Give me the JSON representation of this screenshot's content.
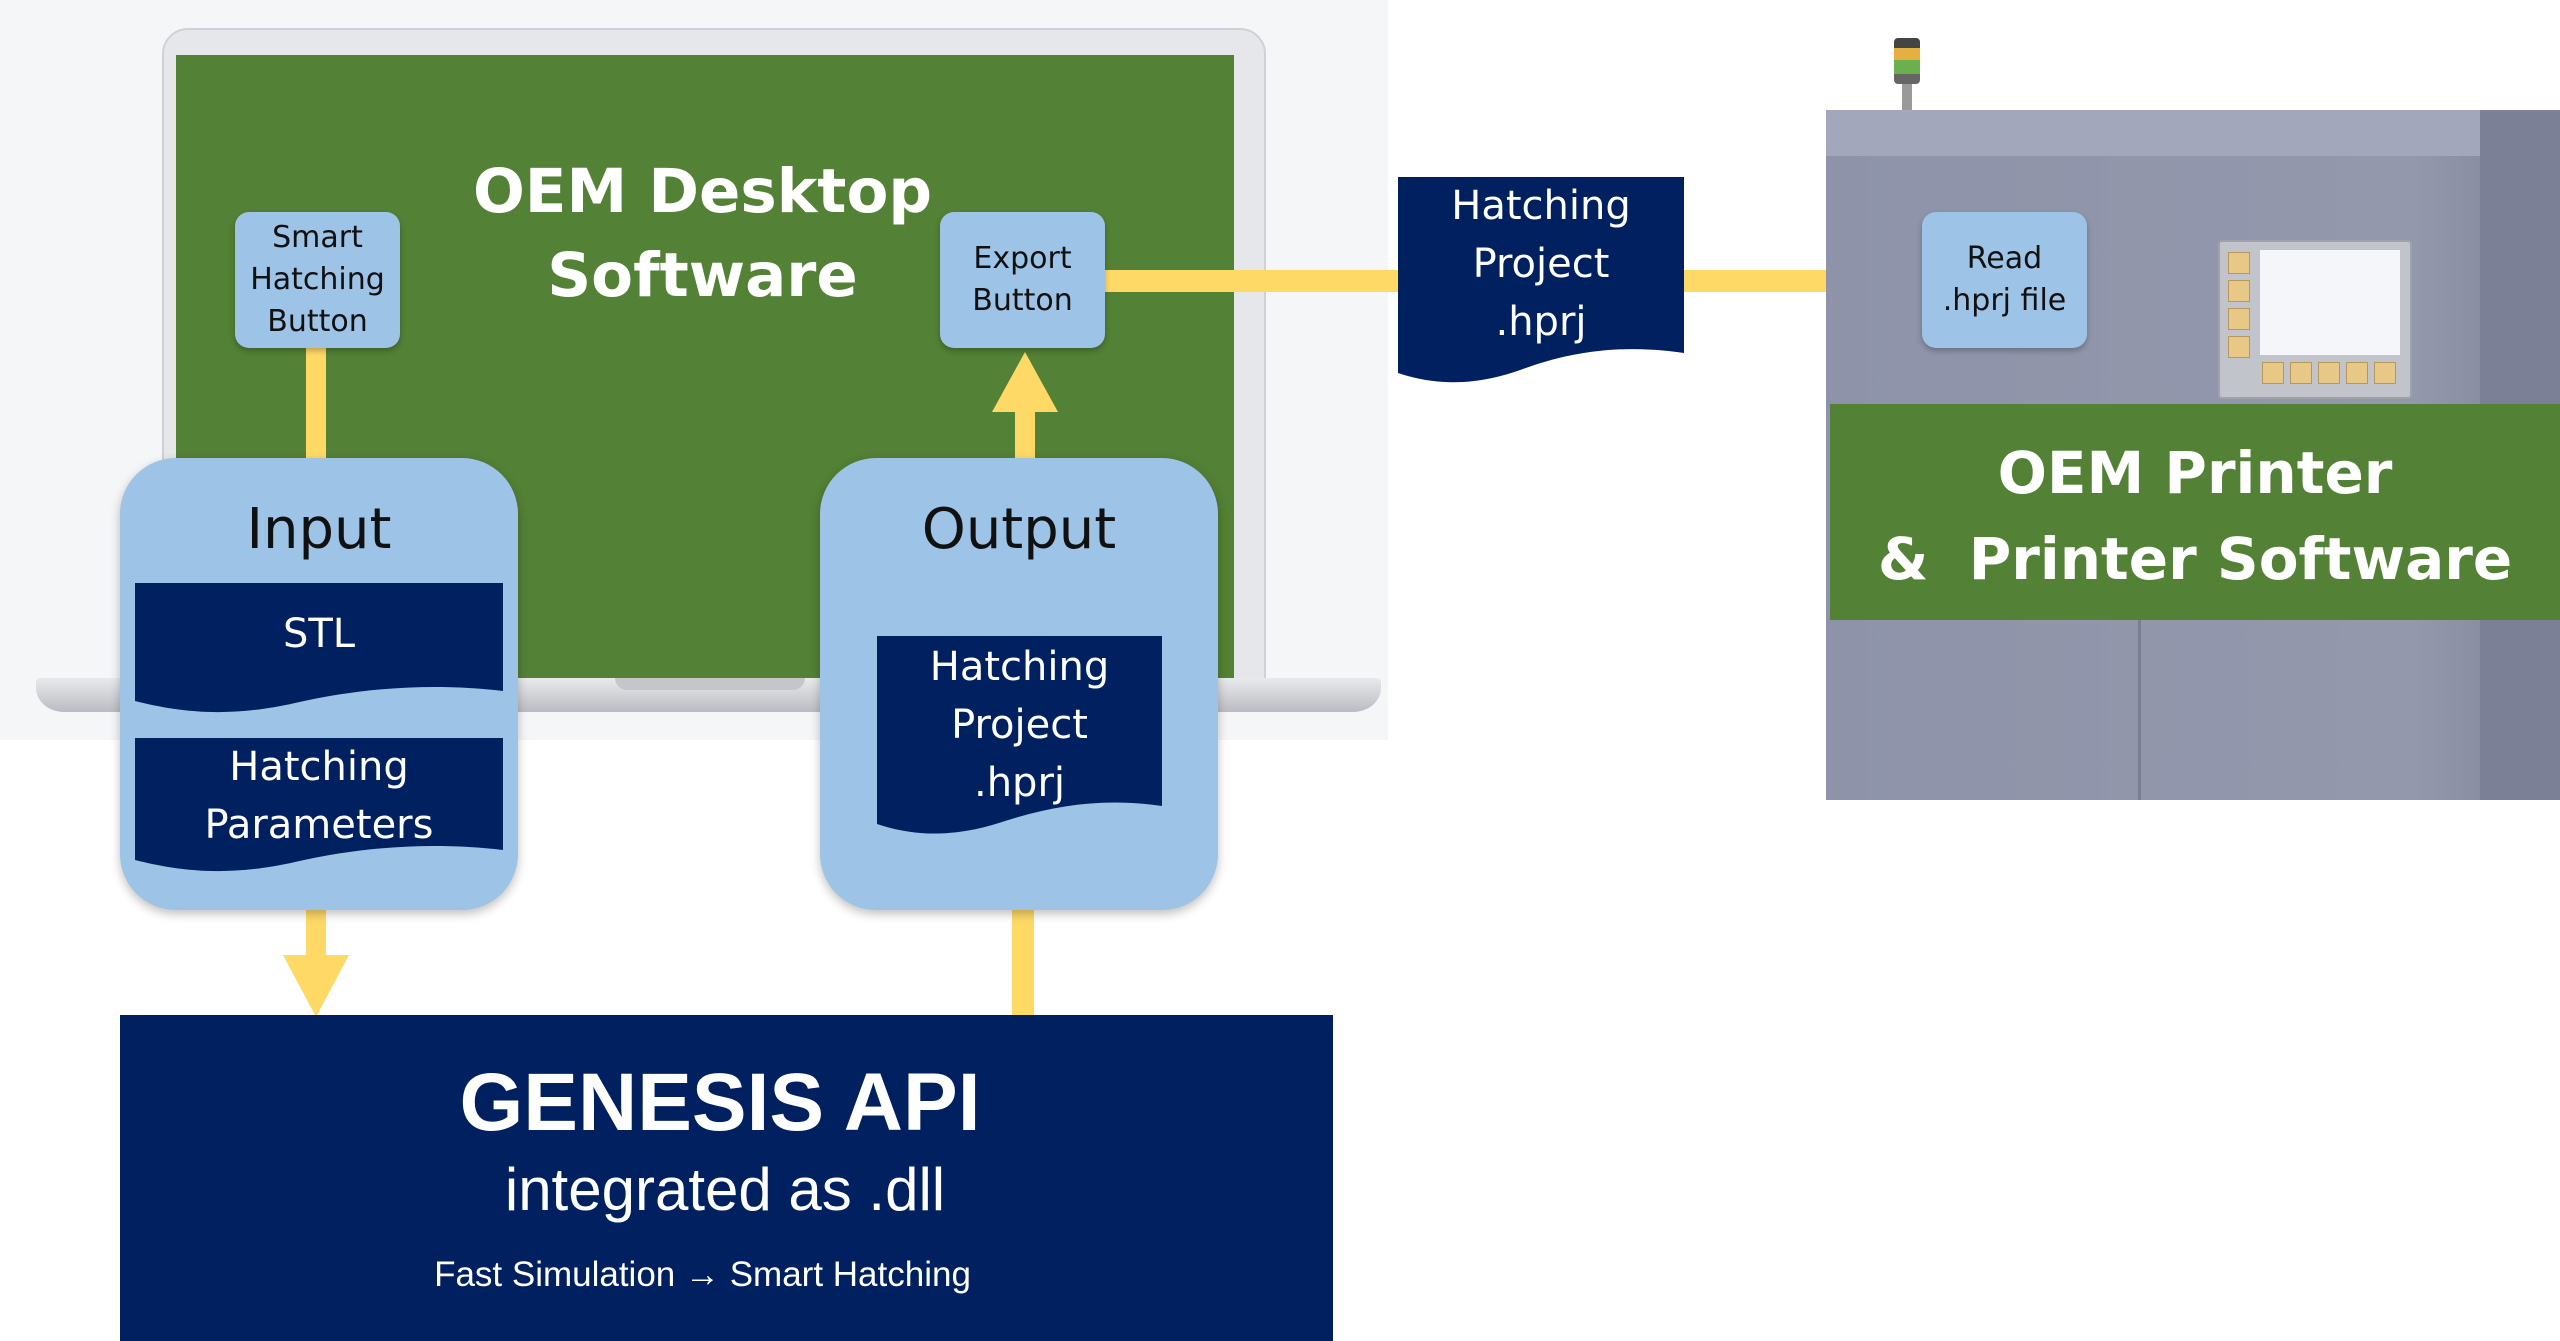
{
  "laptop": {
    "title": "OEM Desktop\nSoftware",
    "smart_hatching_button": "Smart\nHatching\nButton",
    "export_button": "Export\nButton"
  },
  "input_panel": {
    "title": "Input",
    "doc_stl": "STL",
    "doc_params": "Hatching\nParameters"
  },
  "output_panel": {
    "title": "Output",
    "doc_project": "Hatching\nProject\n.hprj"
  },
  "transfer_doc": "Hatching\nProject\n.hprj",
  "printer": {
    "read_button": "Read\n.hprj file",
    "label": "OEM Printer\n&  Printer Software"
  },
  "genesis": {
    "title": "GENESIS API",
    "subtitle": "integrated as .dll",
    "note": "Fast Simulation → Smart Hatching"
  },
  "colors": {
    "green": "#538135",
    "navy": "#002060",
    "light_blue": "#9dc3e6",
    "yellow": "#ffd966"
  }
}
